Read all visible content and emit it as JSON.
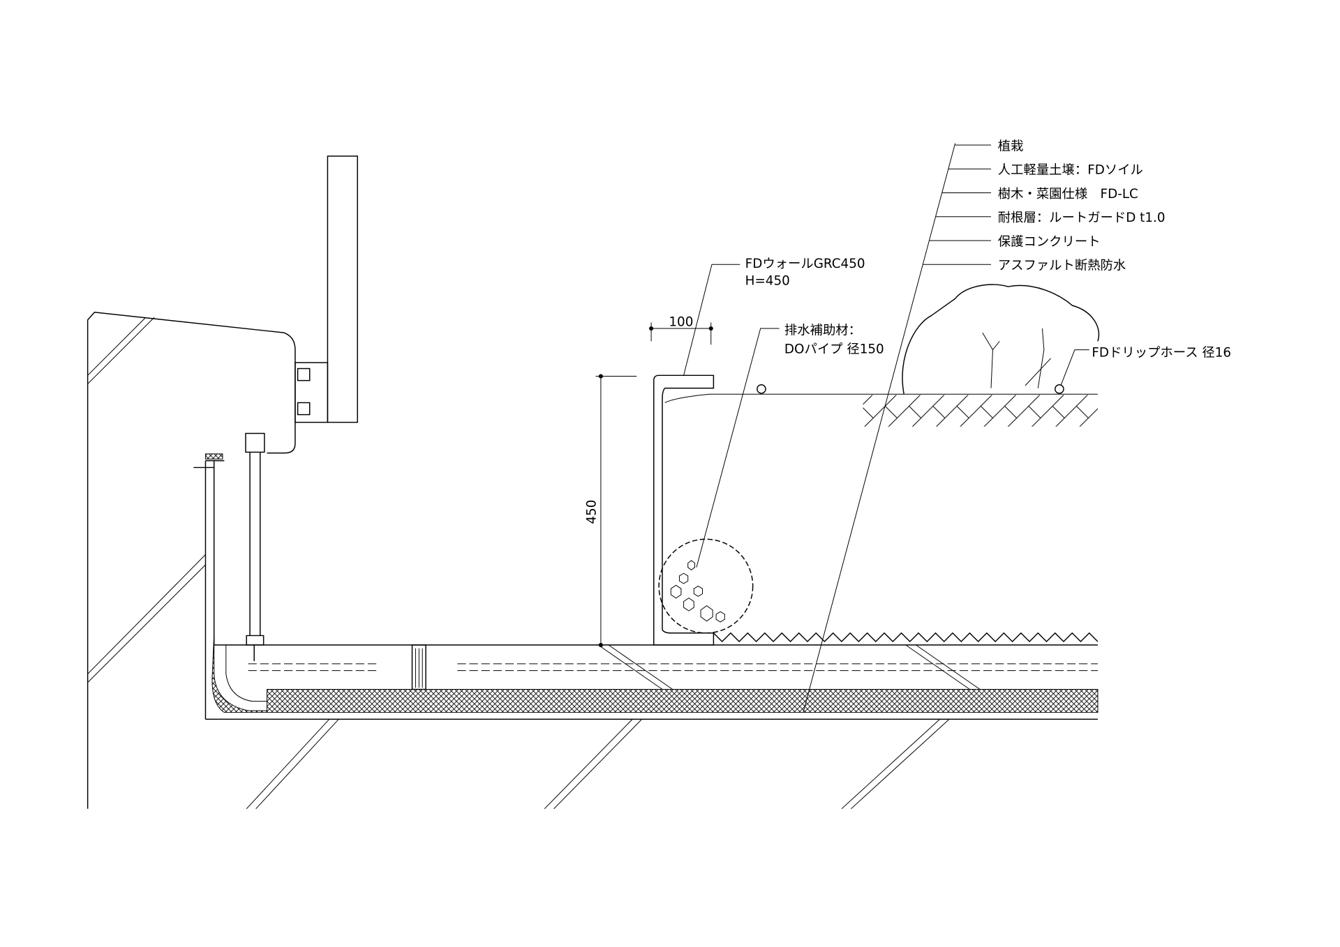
{
  "labels": {
    "planting": "植栽",
    "soil": "人工軽量土壌：FDソイル",
    "spec": "樹木・菜園仕様　FD-LC",
    "root_barrier": "耐根層：ルートガードD t1.0",
    "protect_concrete": "保護コンクリート",
    "waterproof": "アスファルト断熱防水",
    "wall_line1": "FDウォールGRC450",
    "wall_line2": "H=450",
    "drain_line1": "排水補助材：",
    "drain_line2": "DOパイプ 径150",
    "drip_hose": "FDドリップホース 径16"
  },
  "dimensions": {
    "wall_height": "450",
    "wall_width": "100"
  }
}
